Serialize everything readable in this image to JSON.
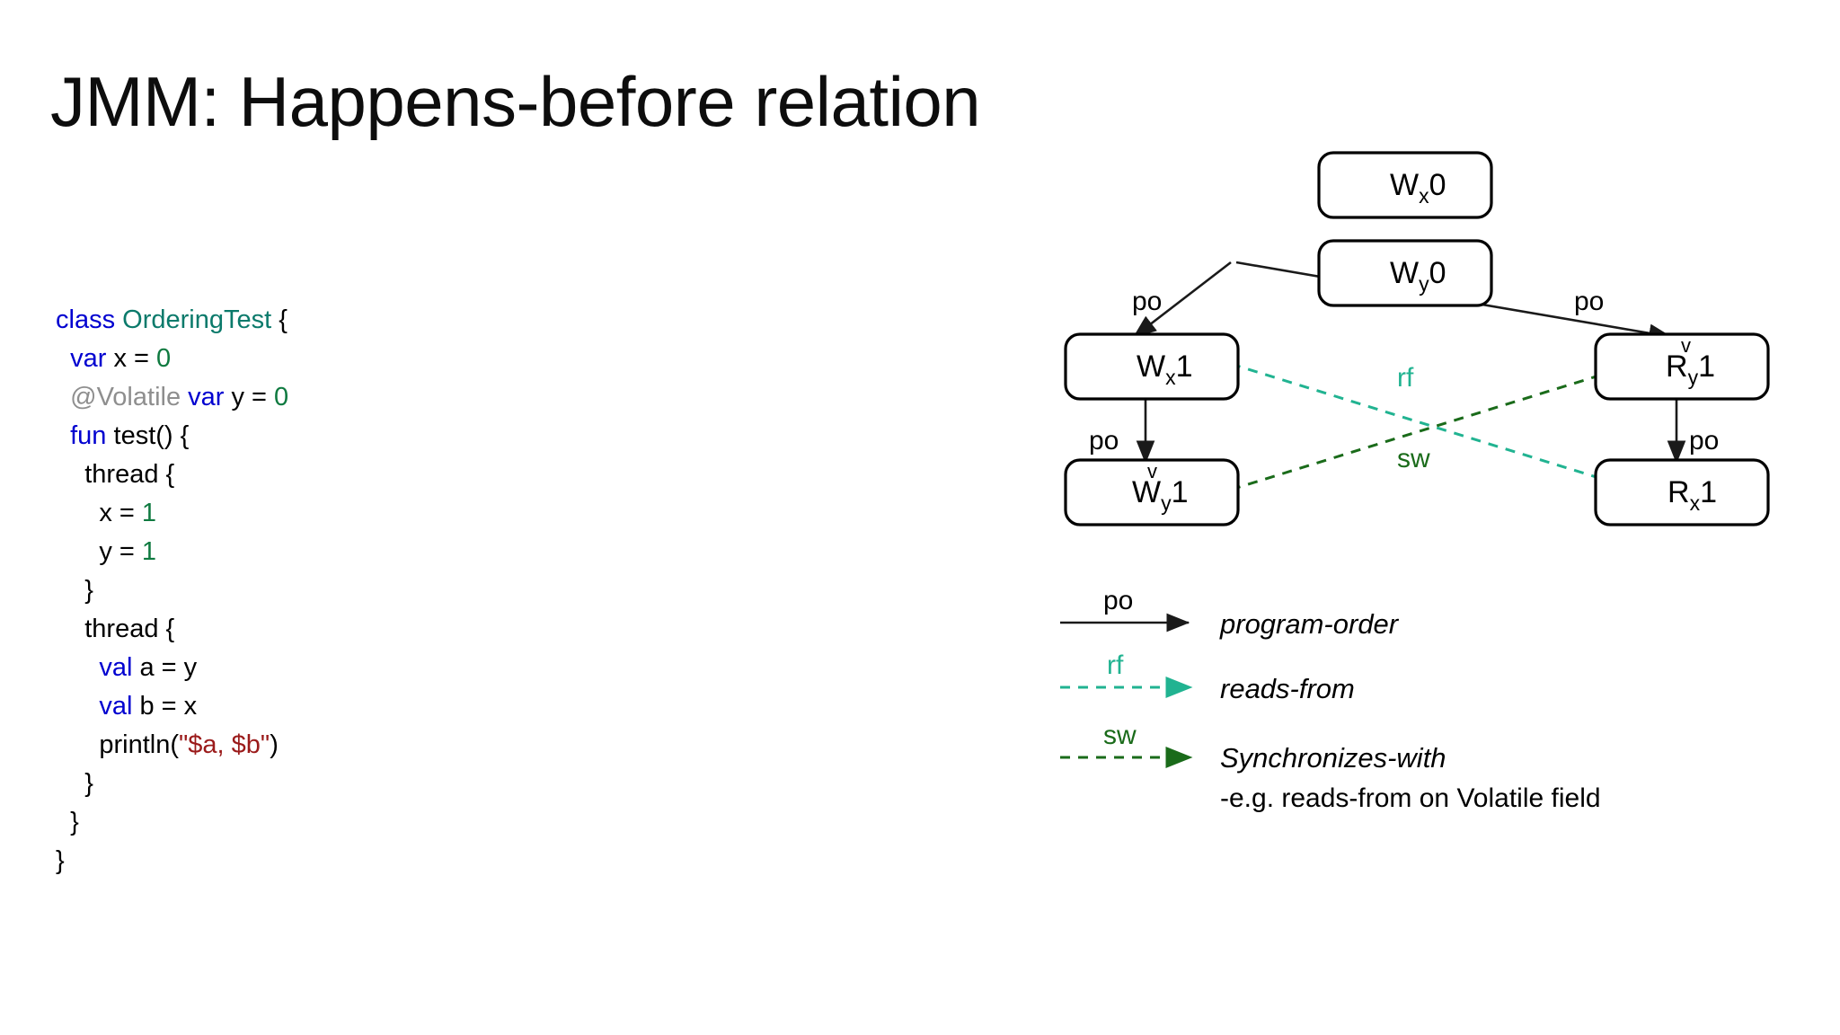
{
  "slide": {
    "title": "JMM: Happens-before relation"
  },
  "code": {
    "language": "kotlin",
    "lines": [
      [
        {
          "t": "class",
          "c": "kw"
        },
        {
          "t": " ",
          "c": "pl"
        },
        {
          "t": "OrderingTest",
          "c": "type"
        },
        {
          "t": " {",
          "c": "pl"
        }
      ],
      [
        {
          "t": "  ",
          "c": "pl"
        },
        {
          "t": "var",
          "c": "kw"
        },
        {
          "t": " x = ",
          "c": "pl"
        },
        {
          "t": "0",
          "c": "num"
        }
      ],
      [
        {
          "t": "  ",
          "c": "pl"
        },
        {
          "t": "@Volatile",
          "c": "ann"
        },
        {
          "t": " ",
          "c": "pl"
        },
        {
          "t": "var",
          "c": "kw"
        },
        {
          "t": " y = ",
          "c": "pl"
        },
        {
          "t": "0",
          "c": "num"
        }
      ],
      [
        {
          "t": "  ",
          "c": "pl"
        },
        {
          "t": "fun",
          "c": "kw"
        },
        {
          "t": " test() {",
          "c": "pl"
        }
      ],
      [
        {
          "t": "    thread {",
          "c": "pl"
        }
      ],
      [
        {
          "t": "      x = ",
          "c": "pl"
        },
        {
          "t": "1",
          "c": "num"
        }
      ],
      [
        {
          "t": "      y = ",
          "c": "pl"
        },
        {
          "t": "1",
          "c": "num"
        }
      ],
      [
        {
          "t": "    }",
          "c": "pl"
        }
      ],
      [
        {
          "t": "    thread {",
          "c": "pl"
        }
      ],
      [
        {
          "t": "      ",
          "c": "pl"
        },
        {
          "t": "val",
          "c": "kw"
        },
        {
          "t": " a = y",
          "c": "pl"
        }
      ],
      [
        {
          "t": "      ",
          "c": "pl"
        },
        {
          "t": "val",
          "c": "kw"
        },
        {
          "t": " b = x",
          "c": "pl"
        }
      ],
      [
        {
          "t": "      println(",
          "c": "pl"
        },
        {
          "t": "\"$a, $b\"",
          "c": "str"
        },
        {
          "t": ")",
          "c": "pl"
        }
      ],
      [
        {
          "t": "    }",
          "c": "pl"
        }
      ],
      [
        {
          "t": "  }",
          "c": "pl"
        }
      ],
      [
        {
          "t": "}",
          "c": "pl"
        }
      ]
    ]
  },
  "diagram": {
    "nodes": [
      {
        "id": "wx0",
        "base": "W",
        "sub": "x",
        "sup": "",
        "val": "0"
      },
      {
        "id": "wy0",
        "base": "W",
        "sub": "y",
        "sup": "",
        "val": "0"
      },
      {
        "id": "wx1",
        "base": "W",
        "sub": "x",
        "sup": "",
        "val": "1"
      },
      {
        "id": "ry1",
        "base": "R",
        "sub": "y",
        "sup": "v",
        "val": "1"
      },
      {
        "id": "wy1",
        "base": "W",
        "sub": "y",
        "sup": "v",
        "val": "1"
      },
      {
        "id": "rx1",
        "base": "R",
        "sub": "x",
        "sup": "",
        "val": "1"
      }
    ],
    "edge_labels": {
      "po_left_top": "po",
      "po_right_top": "po",
      "po_left_down": "po",
      "po_right_down": "po",
      "rf": "rf",
      "sw": "sw"
    }
  },
  "legend": {
    "items": [
      {
        "short": "po",
        "label": "program-order",
        "style": "solid",
        "color": "#1a1a1a"
      },
      {
        "short": "rf",
        "label": "reads-from",
        "style": "dashed",
        "color": "#21b391"
      },
      {
        "short": "sw",
        "label": "Synchronizes-with",
        "style": "dashed",
        "color": "#1a6b1a"
      }
    ],
    "note": "-e.g. reads-from on Volatile field"
  },
  "colors": {
    "keyword": "#0000d0",
    "type": "#0b7a6b",
    "number": "#0f7a40",
    "annotation": "#8e8e8e",
    "string": "#9b1b1b",
    "rf": "#21b391",
    "sw": "#1a6b1a",
    "po": "#1a1a1a"
  }
}
